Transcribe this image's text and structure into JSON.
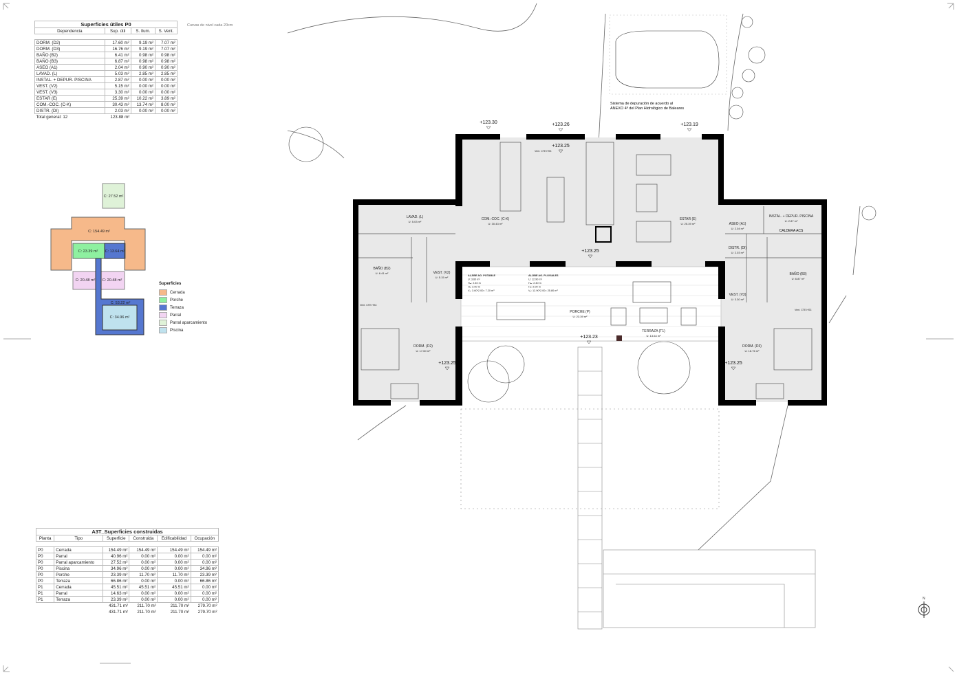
{
  "note_curves": "Curvas de nivel cada 20cm",
  "table_useful": {
    "title": "Superficies útiles P0",
    "headers": [
      "Dependencia",
      "Sup. útil",
      "S. Ilum.",
      "S. Vent."
    ],
    "rows": [
      [
        "DORM. (D2)",
        "17.60 m²",
        "9.19 m²",
        "7.07 m²"
      ],
      [
        "DORM. (D3)",
        "16.76 m²",
        "9.19 m²",
        "7.07 m²"
      ],
      [
        "BAÑO (B2)",
        "6.41 m²",
        "0.98 m²",
        "0.98 m²"
      ],
      [
        "BAÑO (B3)",
        "6.87 m²",
        "0.98 m²",
        "0.98 m²"
      ],
      [
        "ASEO (A1)",
        "2.04 m²",
        "0.90 m²",
        "0.90 m²"
      ],
      [
        "LAVAD. (L)",
        "5.03 m²",
        "2.85 m²",
        "2.85 m²"
      ],
      [
        "INSTAL. + DEPUR. PISCINA",
        "2.87 m²",
        "0.00 m²",
        "0.00 m²"
      ],
      [
        "VEST. (V2)",
        "5.15 m²",
        "0.00 m²",
        "0.00 m²"
      ],
      [
        "VEST. (V3)",
        "3.30 m²",
        "0.00 m²",
        "0.00 m²"
      ],
      [
        "ESTAR (E)",
        "25.39 m²",
        "10.22 m²",
        "3.89 m²"
      ],
      [
        "COM.-COC. (C-K)",
        "30.43 m²",
        "13.74 m²",
        "8.00 m²"
      ],
      [
        "DISTR. (DI)",
        "2.03 m²",
        "0.00 m²",
        "0.00 m²"
      ]
    ],
    "total_label": "Total general: 12",
    "total_value": "123.88 m²"
  },
  "table_built": {
    "title": "A3T_Superficies construidas",
    "headers": [
      "Planta",
      "Tipo",
      "Superficie",
      "Construida",
      "Edificabilidad",
      "Ocupación"
    ],
    "rows": [
      [
        "P0",
        "Cerrada",
        "154.49 m²",
        "154.49 m²",
        "154.49 m²",
        "154.49 m²"
      ],
      [
        "P0",
        "Parral",
        "40.96 m²",
        "0.00 m²",
        "0.00 m²",
        "0.00 m²"
      ],
      [
        "P0",
        "Parral aparcamiento",
        "27.52 m²",
        "0.00 m²",
        "0.00 m²",
        "0.00 m²"
      ],
      [
        "P0",
        "Piscina",
        "34.96 m²",
        "0.00 m²",
        "0.00 m²",
        "34.96 m²"
      ],
      [
        "P0",
        "Porche",
        "23.39 m²",
        "11.70 m²",
        "11.70 m²",
        "23.39 m²"
      ],
      [
        "P0",
        "Terraza",
        "66.86 m²",
        "0.00 m²",
        "0.00 m²",
        "66.86 m²"
      ],
      [
        "P1",
        "Cerrada",
        "45.51 m²",
        "45.51 m²",
        "45.51 m²",
        "0.00 m²"
      ],
      [
        "P1",
        "Parral",
        "14.63 m²",
        "0.00 m²",
        "0.00 m²",
        "0.00 m²"
      ],
      [
        "P1",
        "Terraza",
        "23.39 m²",
        "0.00 m²",
        "0.00 m²",
        "0.00 m²"
      ]
    ],
    "totals": [
      [
        "431.71 m²",
        "211.70 m²",
        "211.70 m²",
        "279.70 m²"
      ],
      [
        "431.71 m²",
        "211.70 m²",
        "211.70 m²",
        "279.70 m²"
      ]
    ]
  },
  "area_diagram": {
    "labels": {
      "parking": "C: 27.52 m²",
      "closed": "C: 154.49 m²",
      "porch": "C: 23.39 m²",
      "terrace_small": "C: 13.64 m²",
      "parral_left": "C: 20.48 m²",
      "parral_right": "C: 20.48 m²",
      "terrace_pool": "C: 53.22 m²",
      "pool": "C: 34.96 m²"
    },
    "legend_title": "Superficies",
    "legend": [
      {
        "label": "Cerrada",
        "color": "#f6b98a"
      },
      {
        "label": "Porche",
        "color": "#8ef0a0"
      },
      {
        "label": "Terraza",
        "color": "#5577d0"
      },
      {
        "label": "Parral",
        "color": "#f2d4f2"
      },
      {
        "label": "Parral aparcamiento",
        "color": "#dff2d8"
      },
      {
        "label": "Piscina",
        "color": "#bfe2ee"
      }
    ]
  },
  "plan": {
    "septic_note_1": "Sistema de depuración de acuerdo al",
    "septic_note_2": "ANEXO 4º del Plan Hidrológico de Baleares",
    "rooms": [
      {
        "name": "LAVAD. (L)",
        "area": "U: 5.03 m²"
      },
      {
        "name": "COM.-COC. (C-K)",
        "area": "U: 30.43 m²"
      },
      {
        "name": "ESTAR (E)",
        "area": "U: 25.39 m²"
      },
      {
        "name": "ASEO (A1)",
        "area": "U: 2.04 m²"
      },
      {
        "name": "INSTAL. + DEPUR. PISCINA",
        "area": "U: 2.87 m²"
      },
      {
        "name": "DISTR. (DI)",
        "area": "U: 2.03 m²"
      },
      {
        "name": "BAÑO (B2)",
        "area": "U: 6.41 m²"
      },
      {
        "name": "VEST. (V2)",
        "area": "U: 5.15 m²"
      },
      {
        "name": "BAÑO (B3)",
        "area": "U: 6.87 m²"
      },
      {
        "name": "VEST. (V3)",
        "area": "U: 3.30 m²"
      },
      {
        "name": "PORCHE (P)",
        "area": "U: 23.39 m²"
      },
      {
        "name": "TERRAZA (T1)",
        "area": "U: 13.64 m²"
      },
      {
        "name": "DORM. (D2)",
        "area": "U: 17.60 m²"
      },
      {
        "name": "DORM. (D3)",
        "area": "U: 16.76 m²"
      }
    ],
    "caldera": "CALDERA ACS",
    "vent": "Vent. CTE HS3",
    "levels": [
      "+123.30",
      "+123.26",
      "+123.19",
      "+123.25",
      "+123.25",
      "+123.23",
      "+123.25",
      "+123.25"
    ],
    "tank_potable": [
      "ALJIBE AG. POTABLE",
      "U: 3.60 m²",
      "Hₘ: 2.40 m",
      "Hₐ: 2.00 m",
      "Vₐ: 3.60*2.00= 7.20 m³"
    ],
    "tank_rain": [
      "ALJIBE AG. PLUVIALES",
      "U: 12.90 m²",
      "Hₘ: 2.40 m",
      "Hₐ: 2.00 m",
      "Vₐ: 12.90*2.00= 25.80 m³"
    ]
  }
}
